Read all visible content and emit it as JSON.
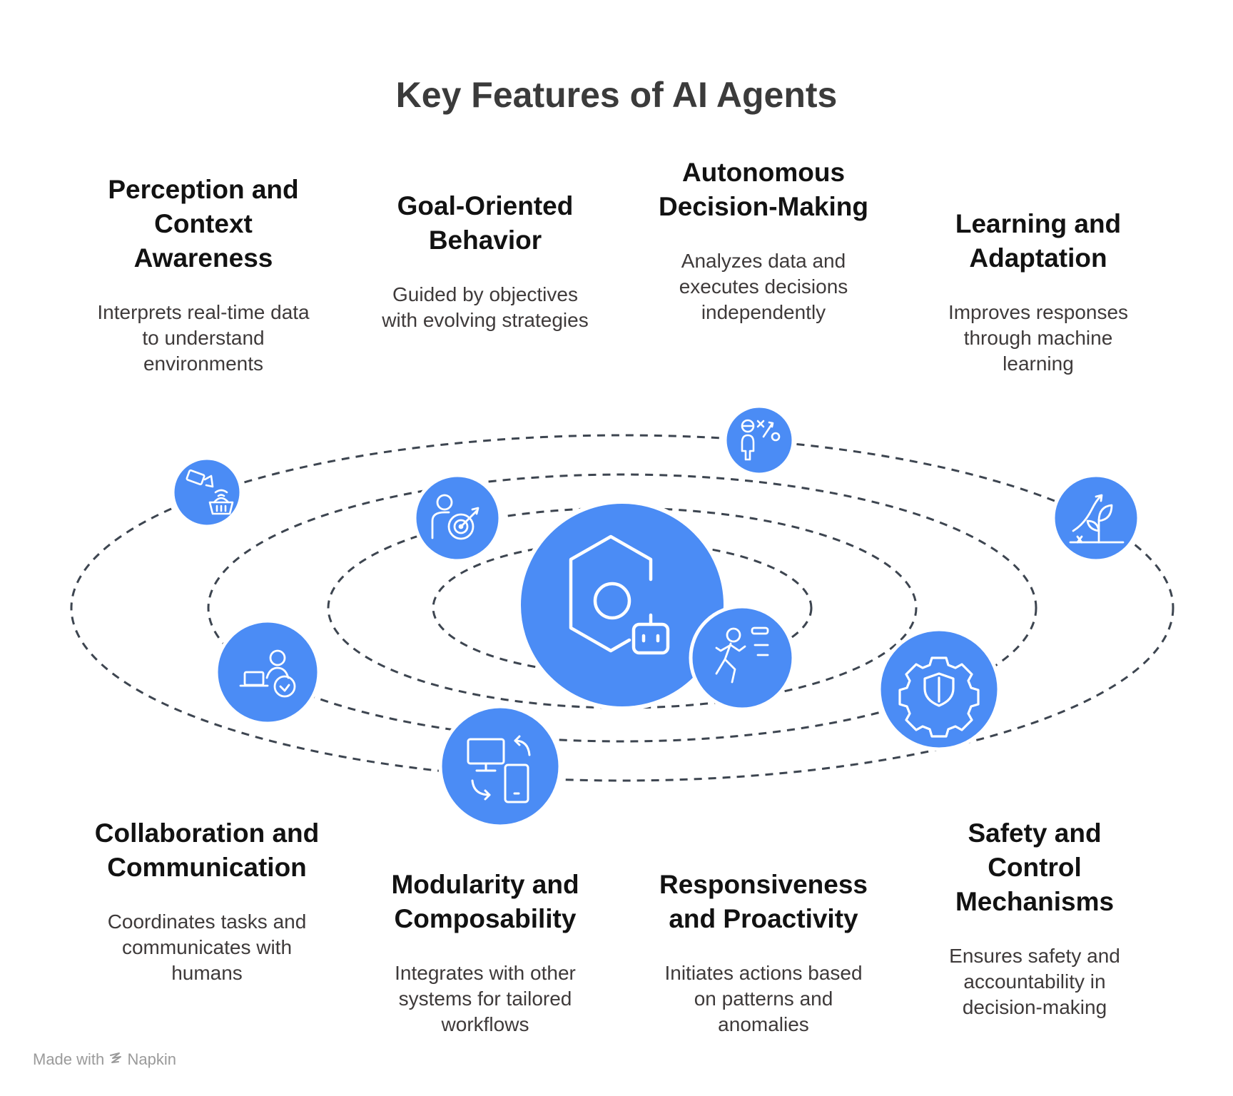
{
  "title": "Key Features of AI Agents",
  "colors": {
    "accent": "#4b8cf5",
    "orbit": "#3d4550",
    "title": "#3b3b3b",
    "heading": "#121212",
    "body": "#3e3a3a"
  },
  "features": [
    {
      "heading_lines": [
        "Perception and",
        "Context",
        "Awareness"
      ],
      "desc_lines": [
        "Interprets real-time data",
        "to understand",
        "environments"
      ],
      "icon": "camera-basket-icon"
    },
    {
      "heading_lines": [
        "Goal-Oriented",
        "Behavior"
      ],
      "desc_lines": [
        "Guided by objectives",
        "with evolving strategies"
      ],
      "icon": "person-target-icon"
    },
    {
      "heading_lines": [
        "Autonomous",
        "Decision-Making"
      ],
      "desc_lines": [
        "Analyzes data and",
        "executes decisions",
        "independently"
      ],
      "icon": "strategy-person-icon"
    },
    {
      "heading_lines": [
        "Learning and",
        "Adaptation"
      ],
      "desc_lines": [
        "Improves responses",
        "through machine",
        "learning"
      ],
      "icon": "growth-plant-icon"
    },
    {
      "heading_lines": [
        "Collaboration and",
        "Communication"
      ],
      "desc_lines": [
        "Coordinates tasks and",
        "communicates with",
        "humans"
      ],
      "icon": "laptop-person-icon"
    },
    {
      "heading_lines": [
        "Modularity and",
        "Composability"
      ],
      "desc_lines": [
        "Integrates with other",
        "systems for tailored",
        "workflows"
      ],
      "icon": "devices-sync-icon"
    },
    {
      "heading_lines": [
        "Responsiveness",
        "and Proactivity"
      ],
      "desc_lines": [
        "Initiates actions based",
        "on patterns and",
        "anomalies"
      ],
      "icon": "running-person-icon"
    },
    {
      "heading_lines": [
        "Safety and",
        "Control",
        "Mechanisms"
      ],
      "desc_lines": [
        "Ensures safety and",
        "accountability in",
        "decision-making"
      ],
      "icon": "gear-shield-icon"
    }
  ],
  "center_icon": "ai-agent-hexagon-icon",
  "watermark": {
    "prefix": "Made with",
    "brand": "Napkin"
  }
}
